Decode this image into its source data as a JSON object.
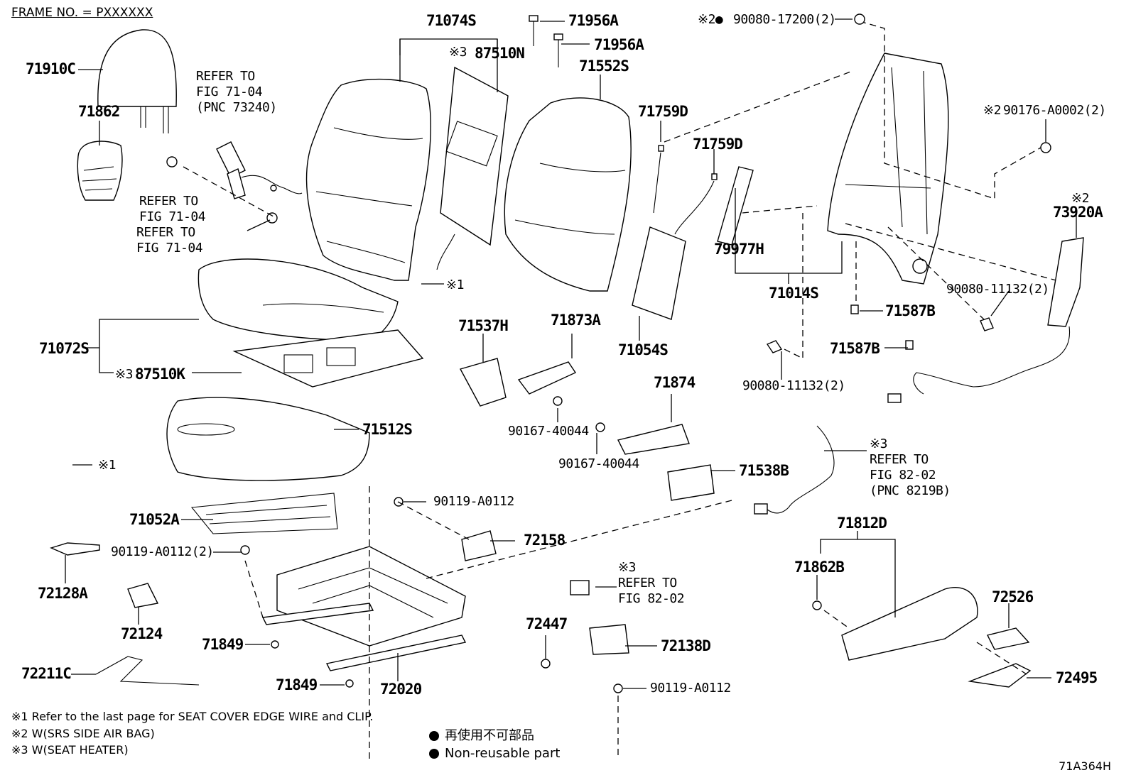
{
  "frame_no": "FRAME NO. = PXXXXXX",
  "diagram_code": "71A364H",
  "parts": [
    "71910C",
    "71862",
    "71074S",
    "87510N",
    "71956A",
    "71956A",
    "71552S",
    "71759D",
    "71759D",
    "79977H",
    "71014S",
    "90080-17200(2)",
    "90176-A0002(2)",
    "73920A",
    "90080-11132(2)",
    "71587B",
    "71587B",
    "90080-11132(2)",
    "71072S",
    "87510K",
    "71512S",
    "71537H",
    "71873A",
    "71054S",
    "71874",
    "90167-40044",
    "90167-40044",
    "71538B",
    "71052A",
    "90119-A0112",
    "72158",
    "90119-A0112(2)",
    "72128A",
    "72124",
    "72211C",
    "71849",
    "71849",
    "72020",
    "72447",
    "72138D",
    "90119-A0112",
    "71812D",
    "71862B",
    "72526",
    "72495"
  ],
  "refs": {
    "belt_refer": [
      "REFER TO",
      "FIG 71-04",
      "(PNC 73240)"
    ],
    "refer_a": [
      "REFER TO",
      "FIG 71-04"
    ],
    "refer_b": [
      "REFER TO",
      "FIG 71-04"
    ],
    "heater_refer": [
      "※3",
      "REFER TO",
      "FIG 82-02",
      "(PNC 8219B)"
    ],
    "connector_refer": [
      "※3",
      "REFER TO",
      "FIG 82-02"
    ]
  },
  "marks": {
    "m1": "※1",
    "m2": "※2",
    "m3": "※3",
    "m2_dot": "※2●",
    "m3_small": "※3"
  },
  "footnotes": [
    "※1 Refer to the last page for SEAT COVER EDGE WIRE and CLIP.",
    "※2 W(SRS SIDE AIR BAG)",
    "※3 W(SEAT HEATER)"
  ],
  "legend": [
    "再使用不可部品",
    "Non-reusable part"
  ]
}
